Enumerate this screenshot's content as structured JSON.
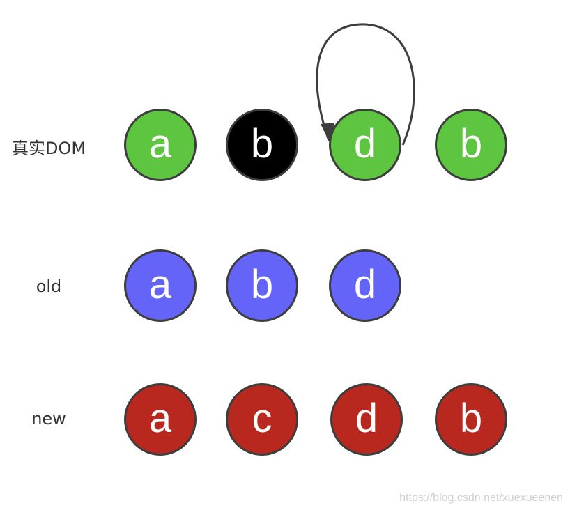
{
  "rows": {
    "real": {
      "label": "真实DOM",
      "nodes": [
        {
          "text": "a",
          "color": "#5ec540"
        },
        {
          "text": "b",
          "color": "#000000"
        },
        {
          "text": "d",
          "color": "#5ec540"
        },
        {
          "text": "b",
          "color": "#5ec540"
        }
      ]
    },
    "old": {
      "label": "old",
      "nodes": [
        {
          "text": "a",
          "color": "#6464f8"
        },
        {
          "text": "b",
          "color": "#6464f8"
        },
        {
          "text": "d",
          "color": "#6464f8"
        }
      ]
    },
    "new": {
      "label": "new",
      "nodes": [
        {
          "text": "a",
          "color": "#b8281e"
        },
        {
          "text": "c",
          "color": "#b8281e"
        },
        {
          "text": "d",
          "color": "#b8281e"
        },
        {
          "text": "b",
          "color": "#b8281e"
        }
      ]
    }
  },
  "watermark": "https://blog.csdn.net/xuexueenen"
}
